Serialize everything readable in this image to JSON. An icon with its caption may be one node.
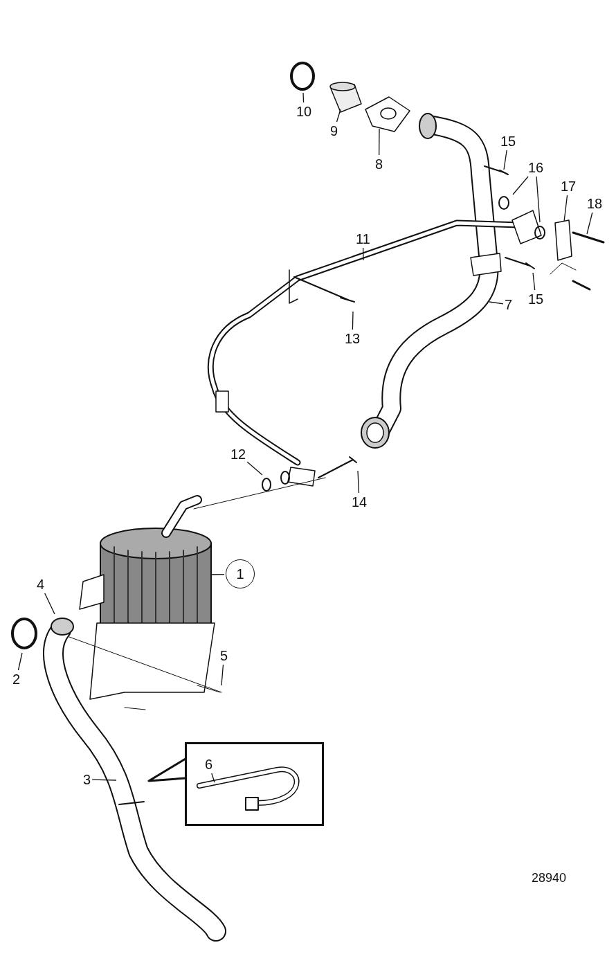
{
  "diagram": {
    "nodes": [
      {
        "text": [
          "10"
        ]
      },
      {
        "text": [
          "9"
        ]
      },
      {
        "text": [
          "8"
        ]
      },
      {
        "text": [
          "15"
        ]
      },
      {
        "text": [
          "16"
        ]
      },
      {
        "text": [
          "17"
        ]
      },
      {
        "text": [
          "18"
        ]
      },
      {
        "text": [
          "11"
        ]
      },
      {
        "text": [
          "15"
        ]
      },
      {
        "text": [
          "7"
        ]
      },
      {
        "text": [
          "13"
        ]
      },
      {
        "text": [
          "12"
        ]
      },
      {
        "text": [
          "14"
        ]
      },
      {
        "text": [
          "1"
        ]
      },
      {
        "text": [
          "4"
        ]
      },
      {
        "text": [
          "2"
        ]
      },
      {
        "text": [
          "5"
        ]
      },
      {
        "text": [
          "3"
        ]
      },
      {
        "text": [],
        "shape": "box"
      },
      {
        "text": [
          "6"
        ],
        "in": 18
      }
    ],
    "edges": [
      {
        "from": 0,
        "to": null,
        "arrow": "none"
      },
      {
        "from": 1,
        "to": null,
        "arrow": "none"
      },
      {
        "from": 2,
        "to": null,
        "arrow": "none"
      },
      {
        "from": 3,
        "to": null,
        "arrow": "none"
      },
      {
        "from": 4,
        "to": null,
        "arrow": "none"
      },
      {
        "from": 4,
        "to": null,
        "arrow": "none"
      },
      {
        "from": 5,
        "to": null,
        "arrow": "none"
      },
      {
        "from": 6,
        "to": null,
        "arrow": "none"
      },
      {
        "from": 7,
        "to": null,
        "arrow": "none"
      },
      {
        "from": 8,
        "to": null,
        "arrow": "none"
      },
      {
        "from": 9,
        "to": null,
        "arrow": "none"
      },
      {
        "from": 10,
        "to": null,
        "arrow": "none"
      },
      {
        "from": 11,
        "to": null,
        "arrow": "none"
      },
      {
        "from": 12,
        "to": null,
        "arrow": "none"
      },
      {
        "from": 13,
        "to": null,
        "arrow": "none"
      },
      {
        "from": 14,
        "to": null,
        "arrow": "none"
      },
      {
        "from": 15,
        "to": null,
        "arrow": "none"
      },
      {
        "from": 16,
        "to": null,
        "arrow": "none"
      },
      {
        "from": 17,
        "to": null,
        "arrow": "none"
      },
      {
        "from": 19,
        "to": null,
        "arrow": "none"
      }
    ],
    "labels": [
      "28940"
    ]
  }
}
